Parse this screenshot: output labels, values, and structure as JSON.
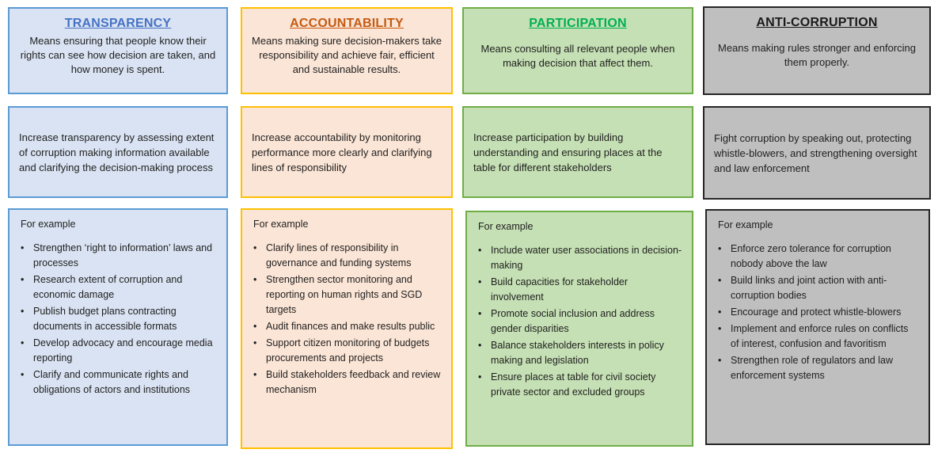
{
  "columns": [
    {
      "title": "TRANSPARENCY",
      "title_color": "#4472c4",
      "description": "Means ensuring that people know their rights can see how decision are taken, and how money is spent.",
      "approach": "Increase transparency by assessing extent of corruption making information available and clarifying the decision-making process",
      "examples_label": "For example",
      "examples": [
        "Strengthen ‘right to information’ laws and processes",
        "Research extent of corruption and economic damage",
        "Publish budget plans contracting documents in accessible formats",
        "Develop advocacy and encourage media reporting",
        "Clarify and communicate rights and obligations of actors and institutions"
      ]
    },
    {
      "title": "ACCOUNTABILITY",
      "title_color": "#c55a11",
      "description": "Means making sure decision-makers take responsibility and achieve fair, efficient and sustainable results.",
      "approach": "Increase accountability by monitoring performance more clearly and clarifying lines of responsibility",
      "examples_label": "For example",
      "examples": [
        "Clarify lines of responsibility in governance and funding systems",
        "Strengthen sector monitoring and reporting on human rights and SGD targets",
        "Audit finances and make results public",
        "Support citizen monitoring of budgets procurements and projects",
        "Build stakeholders feedback and review mechanism"
      ]
    },
    {
      "title": "PARTICIPATION",
      "title_color": "#00b050",
      "description": "Means consulting all relevant people when making decision that affect them.",
      "approach": "Increase participation by building understanding and ensuring places at the table for different stakeholders",
      "examples_label": "For example",
      "examples": [
        "Include water user associations in decision-making",
        "Build capacities for stakeholder involvement",
        "Promote social inclusion and address gender disparities",
        "Balance stakeholders interests in policy making and legislation",
        "Ensure places at table for civil society private sector and excluded groups"
      ]
    },
    {
      "title": "ANTI-CORRUPTION",
      "title_color": "#1a1a1a",
      "description": "Means making rules stronger and enforcing them properly.",
      "approach": "Fight corruption by speaking out, protecting whistle-blowers, and strengthening oversight and law enforcement",
      "examples_label": "For example",
      "examples": [
        "Enforce zero tolerance for corruption nobody above the law",
        "Build links and joint action with anti-corruption bodies",
        "Encourage and protect whistle-blowers",
        "Implement and enforce rules on conflicts of interest, confusion and favoritism",
        "Strengthen role of regulators and law enforcement systems"
      ]
    }
  ]
}
